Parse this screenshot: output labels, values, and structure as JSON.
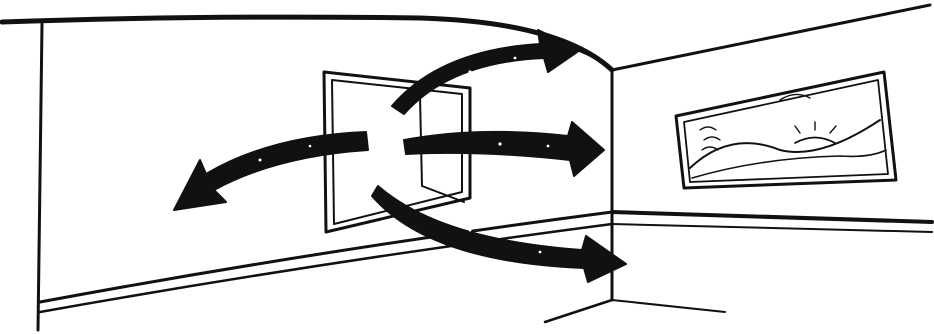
{
  "colors": {
    "ink": "#111111",
    "paper": "#ffffff",
    "arrow_speck": "#ffffff"
  },
  "scene": {
    "subject": "room-corner-with-wall-mounted-panel",
    "arrow_count": 4,
    "arrow_directions": [
      "up-right",
      "right",
      "down-right",
      "left"
    ],
    "wall_picture": "landscape-with-hills-and-sun"
  }
}
